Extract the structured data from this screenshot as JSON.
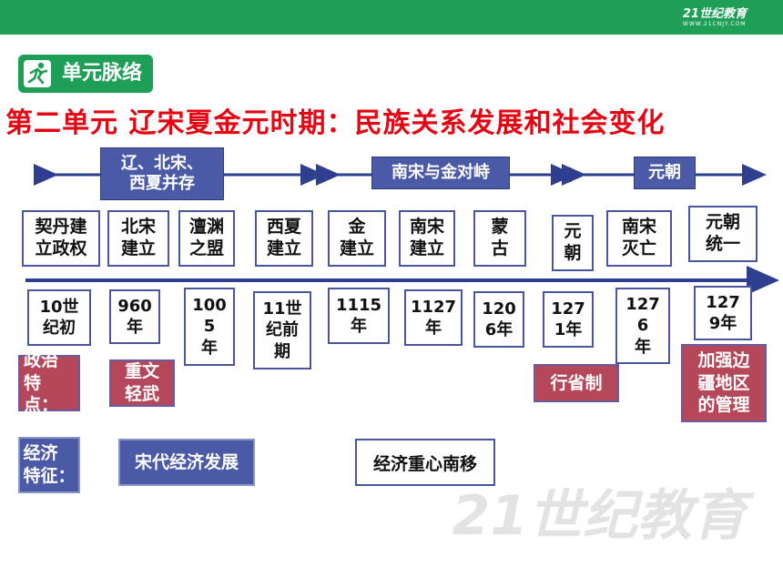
{
  "header": {
    "logo_text": "21世纪教育",
    "logo_sub": "WWW.21CNJY.COM"
  },
  "tag": {
    "label": "单元脉络"
  },
  "title": "第二单元  辽宋夏金元时期：民族关系发展和社会变化",
  "periods": [
    {
      "label": "辽、北宋、\n西夏并存"
    },
    {
      "label": "南宋与金对峙"
    },
    {
      "label": "元朝"
    }
  ],
  "events": [
    {
      "label": "契丹建\n立政权",
      "year": "10世\n纪初"
    },
    {
      "label": "北宋\n建立",
      "year": "960\n年"
    },
    {
      "label": "澶渊\n之盟",
      "year": "100\n5\n年"
    },
    {
      "label": "西夏\n建立",
      "year": "11世\n纪前\n期"
    },
    {
      "label": "金\n建立",
      "year": "1115\n年"
    },
    {
      "label": "南宋\n建立",
      "year": "1127\n年"
    },
    {
      "label": "蒙\n古",
      "year": "120\n6年"
    },
    {
      "label": "元\n朝",
      "year": "127\n1年"
    },
    {
      "label": "南宋\n灭亡",
      "year": "127\n6\n年"
    },
    {
      "label": "元朝\n统一",
      "year": "127\n9年"
    }
  ],
  "rows": {
    "politics_label": "政治\n特点：",
    "politics_song": "重文\n轻武",
    "politics_yuan1": "行省制",
    "politics_yuan2": "加强边\n疆地区\n的管理",
    "economy_label": "经济\n特征：",
    "economy_song": "宋代经济发展",
    "economy_shift": "经济重心南移"
  },
  "watermark": "21世纪教育",
  "colors": {
    "green": "#1f9e58",
    "red_title": "#e30613",
    "navy": "#4a5aa6",
    "maroon": "#b4485a"
  }
}
